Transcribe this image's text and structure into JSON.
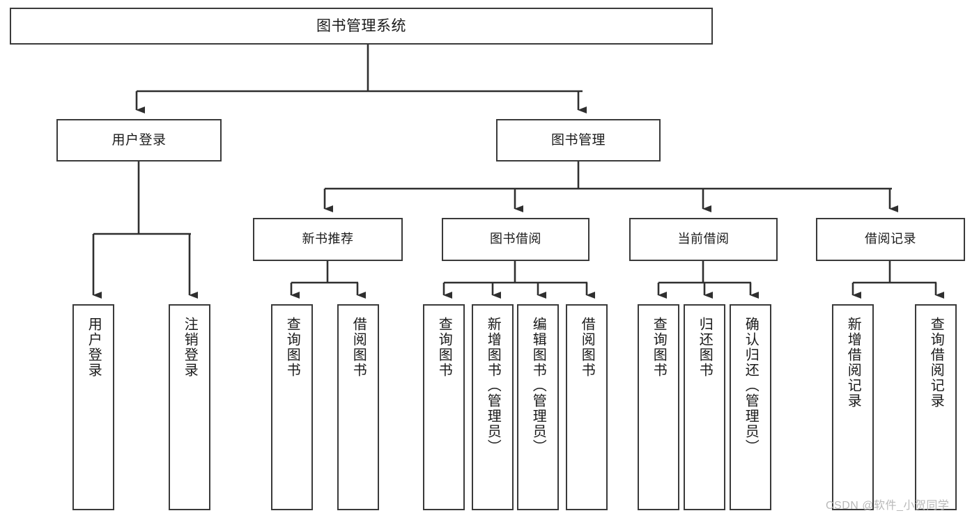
{
  "diagram": {
    "type": "tree",
    "title": "图书管理系统",
    "root": {
      "label": "图书管理系统"
    },
    "level2": [
      {
        "label": "用户登录"
      },
      {
        "label": "图书管理"
      }
    ],
    "level3": [
      {
        "label": "新书推荐"
      },
      {
        "label": "图书借阅"
      },
      {
        "label": "当前借阅"
      },
      {
        "label": "借阅记录"
      }
    ],
    "leaves": {
      "user_login": [
        {
          "label": "用户登录"
        },
        {
          "label": "注销登录"
        }
      ],
      "new_book_recommend": [
        {
          "label": "查询图书"
        },
        {
          "label": "借阅图书"
        }
      ],
      "book_borrow": [
        {
          "label": "查询图书"
        },
        {
          "label": "新增图书（管理员）"
        },
        {
          "label": "编辑图书（管理员）"
        },
        {
          "label": "借阅图书"
        }
      ],
      "current_borrow": [
        {
          "label": "查询图书"
        },
        {
          "label": "归还图书"
        },
        {
          "label": "确认归还（管理员）"
        }
      ],
      "borrow_records": [
        {
          "label": "新增借阅记录"
        },
        {
          "label": "查询借阅记录"
        }
      ]
    }
  },
  "watermark": {
    "text": "CSDN @软件_小贺同学"
  },
  "colors": {
    "box_border": "#3a3a3a",
    "box_fill": "#ffffff",
    "line": "#2f2f2f",
    "text": "#1a1a1a",
    "watermark": "#b9b9b9"
  }
}
